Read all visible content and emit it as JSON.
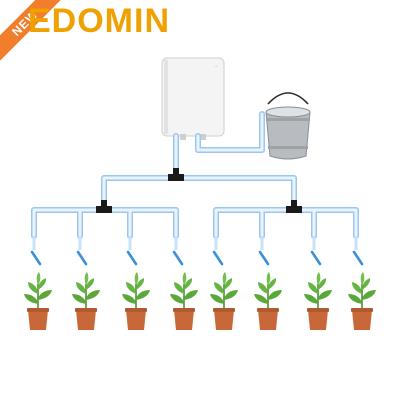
{
  "brand": {
    "name": "EDOMIN",
    "ribbon": "NEW"
  },
  "colors": {
    "brand": "#f0a000",
    "ribbon": "#f07e2b",
    "tube": "#d9ecff",
    "tube_edge": "#9cc6f0",
    "connector": "#1a1a1a",
    "dripper": "#3b8fd9",
    "pot": "#c8683a",
    "leaf": "#5aa83a",
    "device": "#f4f4f4",
    "bucket": "#b8bcc0"
  },
  "scene": {
    "device": "pump-device",
    "bucket": "water-bucket",
    "plant_count": 8
  }
}
